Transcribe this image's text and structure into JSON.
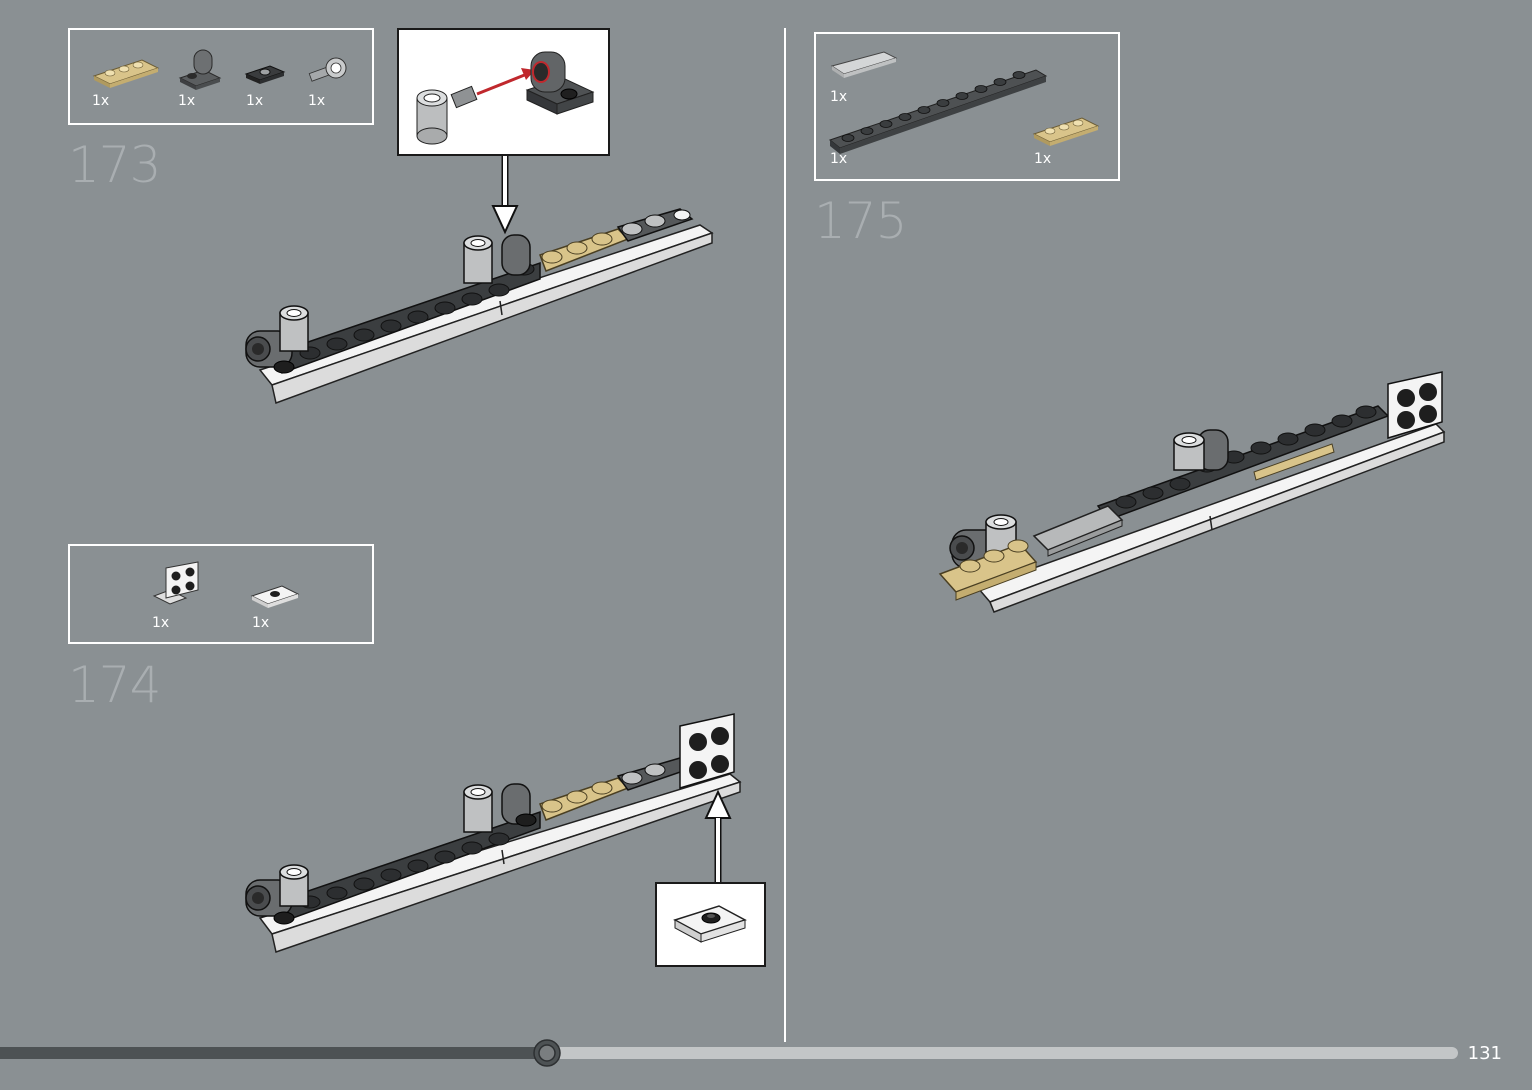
{
  "page": {
    "number": "131"
  },
  "colors": {
    "background": "#8a9093",
    "box_border": "#ffffff",
    "tan": "#d9c48a",
    "dark_gray": "#4e5153",
    "light_gray": "#b7b9ba",
    "black": "#1e1e1e",
    "white": "#f4f4f4",
    "arrow_red": "#c0282d",
    "progress_dark": "#4d5254",
    "progress_light": "#c3c6c7"
  },
  "progress": {
    "fraction": 0.375
  },
  "steps": [
    {
      "number": "173",
      "parts": [
        {
          "name": "tan-plate-1x3-icon",
          "qty": "1x"
        },
        {
          "name": "dark-gray-bracket-icon",
          "qty": "1x"
        },
        {
          "name": "black-jumper-plate-icon",
          "qty": "1x"
        },
        {
          "name": "light-gray-pin-connector-icon",
          "qty": "1x"
        }
      ]
    },
    {
      "number": "174",
      "parts": [
        {
          "name": "white-bracket-2x2-icon",
          "qty": "1x"
        },
        {
          "name": "white-jumper-plate-icon",
          "qty": "1x"
        }
      ]
    },
    {
      "number": "175",
      "parts": [
        {
          "name": "light-gray-tile-icon",
          "qty": "1x"
        },
        {
          "name": "dark-gray-plate-1x10-icon",
          "qty": "1x"
        },
        {
          "name": "tan-plate-1x3-icon",
          "qty": "1x"
        }
      ]
    }
  ]
}
